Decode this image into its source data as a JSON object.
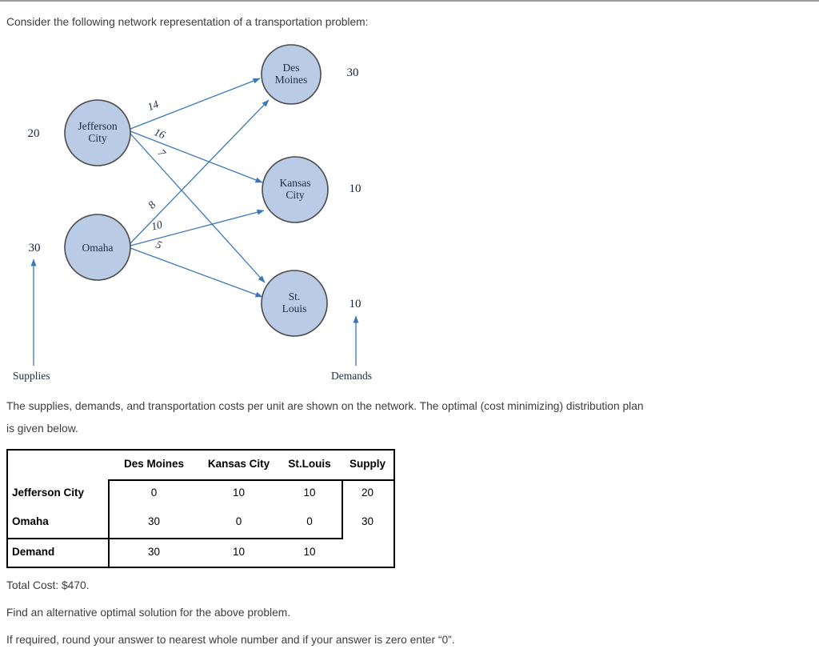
{
  "page": {
    "intro": "Consider the following network representation of a transportation problem:",
    "description_line1": "The supplies, demands, and transportation costs per unit are shown on the network. The optimal (cost minimizing) distribution plan",
    "description_line2": "is given below.",
    "total_cost": "Total Cost: $470.",
    "task": "Find an alternative optimal solution for the above problem.",
    "note": "If required, round your answer to nearest whole number and if your answer is zero enter “0”."
  },
  "network": {
    "supply_nodes": [
      {
        "name": "Jefferson City",
        "line1": "Jefferson",
        "line2": "City",
        "supply": "20"
      },
      {
        "name": "Omaha",
        "line1": "Omaha",
        "line2": "",
        "supply": "30"
      }
    ],
    "demand_nodes": [
      {
        "name": "Des Moines",
        "line1": "Des",
        "line2": "Moines",
        "demand": "30"
      },
      {
        "name": "Kansas City",
        "line1": "Kansas",
        "line2": "City",
        "demand": "10"
      },
      {
        "name": "St. Louis",
        "line1": "St.",
        "line2": "Louis",
        "demand": "10"
      }
    ],
    "arcs": [
      {
        "from": "Jefferson City",
        "to": "Des Moines",
        "cost": "14"
      },
      {
        "from": "Jefferson City",
        "to": "Kansas City",
        "cost": "16"
      },
      {
        "from": "Jefferson City",
        "to": "St. Louis",
        "cost": "7"
      },
      {
        "from": "Omaha",
        "to": "Des Moines",
        "cost": "8"
      },
      {
        "from": "Omaha",
        "to": "Kansas City",
        "cost": "10"
      },
      {
        "from": "Omaha",
        "to": "St. Louis",
        "cost": "5"
      }
    ],
    "axis_labels": {
      "supplies": "Supplies",
      "demands": "Demands"
    },
    "colors": {
      "node_fill": "#b9cbe5",
      "node_border": "#4b4b4b",
      "arrow": "#3b78b5",
      "diagram_text": "#1e2c42"
    }
  },
  "table": {
    "headers": [
      "Des Moines",
      "Kansas City",
      "St.Louis",
      "Supply"
    ],
    "rows": [
      {
        "label": "Jefferson City",
        "values": [
          "0",
          "10",
          "10",
          "20"
        ]
      },
      {
        "label": "Omaha",
        "values": [
          "30",
          "0",
          "0",
          "30"
        ]
      },
      {
        "label": "Demand",
        "values": [
          "30",
          "10",
          "10",
          ""
        ]
      }
    ]
  }
}
